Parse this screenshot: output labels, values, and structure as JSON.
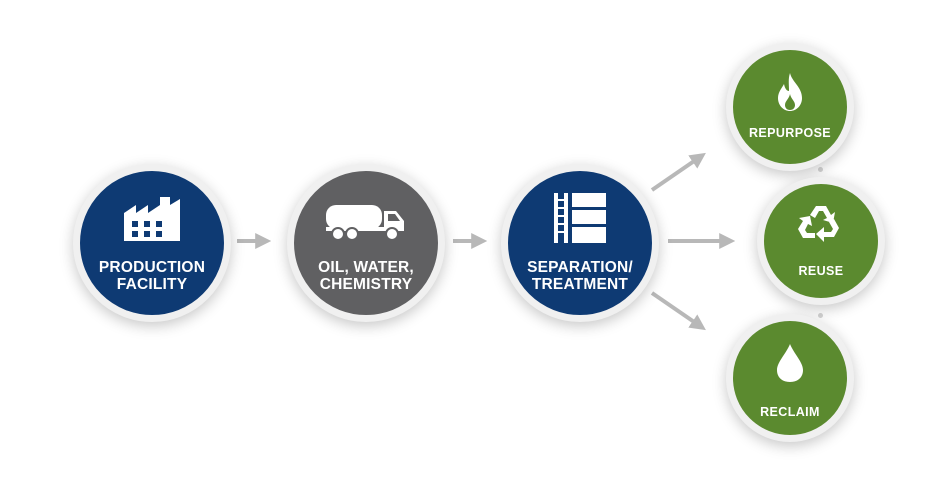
{
  "nodes": {
    "production": {
      "label_1": "PRODUCTION",
      "label_2": "FACILITY",
      "icon": "factory-icon"
    },
    "transport": {
      "label_1": "OIL, WATER,",
      "label_2": "CHEMISTRY",
      "icon": "tanker-truck-icon"
    },
    "separation": {
      "label_1": "SEPARATION/",
      "label_2": "TREATMENT",
      "icon": "storage-tank-icon"
    },
    "repurpose": {
      "label": "REPURPOSE",
      "icon": "flame-icon"
    },
    "reuse": {
      "label": "REUSE",
      "icon": "recycle-icon"
    },
    "reclaim": {
      "label": "RECLAIM",
      "icon": "water-drop-icon"
    }
  },
  "colors": {
    "navy": "#0e3a73",
    "gray": "#606062",
    "green": "#5b8a2f",
    "arrow": "#b8b8b8"
  }
}
